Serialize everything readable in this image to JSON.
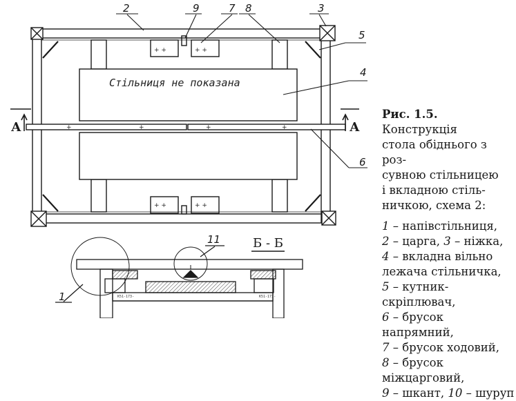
{
  "labels": {
    "n1": "1",
    "n2": "2",
    "n3": "3",
    "n4": "4",
    "n5": "5",
    "n6": "6",
    "n7": "7",
    "n8": "8",
    "n9": "9",
    "n11": "11"
  },
  "plan_note": "Стільниця не показана",
  "section_a": "А",
  "section_bb": "Б - Б",
  "plus_mark": "+ +",
  "tiny_marks": [
    "K51-173-",
    "K51-173-"
  ],
  "caption": {
    "title_bold": "Рис. 1.5.",
    "title_lines": [
      " Конструкція",
      "стола обіднього з роз-",
      "сувною стільницею",
      "і вкладною стіль-",
      "ничкою, схема 2:"
    ],
    "legend": [
      {
        "num": "1",
        "text": " – напівстільниця,"
      },
      {
        "num": "2",
        "text": " – царга, ",
        "num2": "3",
        "text2": " – ніжка,"
      },
      {
        "num": "4",
        "text": " – вкладна вільно"
      },
      {
        "text": "лежача стільничка,"
      },
      {
        "num": "5",
        "text": " – кутник-скріплювач,"
      },
      {
        "num": "6",
        "text": " – брусок напрямний,"
      },
      {
        "num": "7",
        "text": " – брусок ходовий,"
      },
      {
        "num": "8",
        "text": " – брусок міжцарговий,"
      },
      {
        "num": "9",
        "text": " – шкант, ",
        "num2": "10",
        "text2": " – шуруп"
      }
    ]
  },
  "colors": {
    "ink": "#1a1a1a",
    "hatch": "#444444"
  }
}
